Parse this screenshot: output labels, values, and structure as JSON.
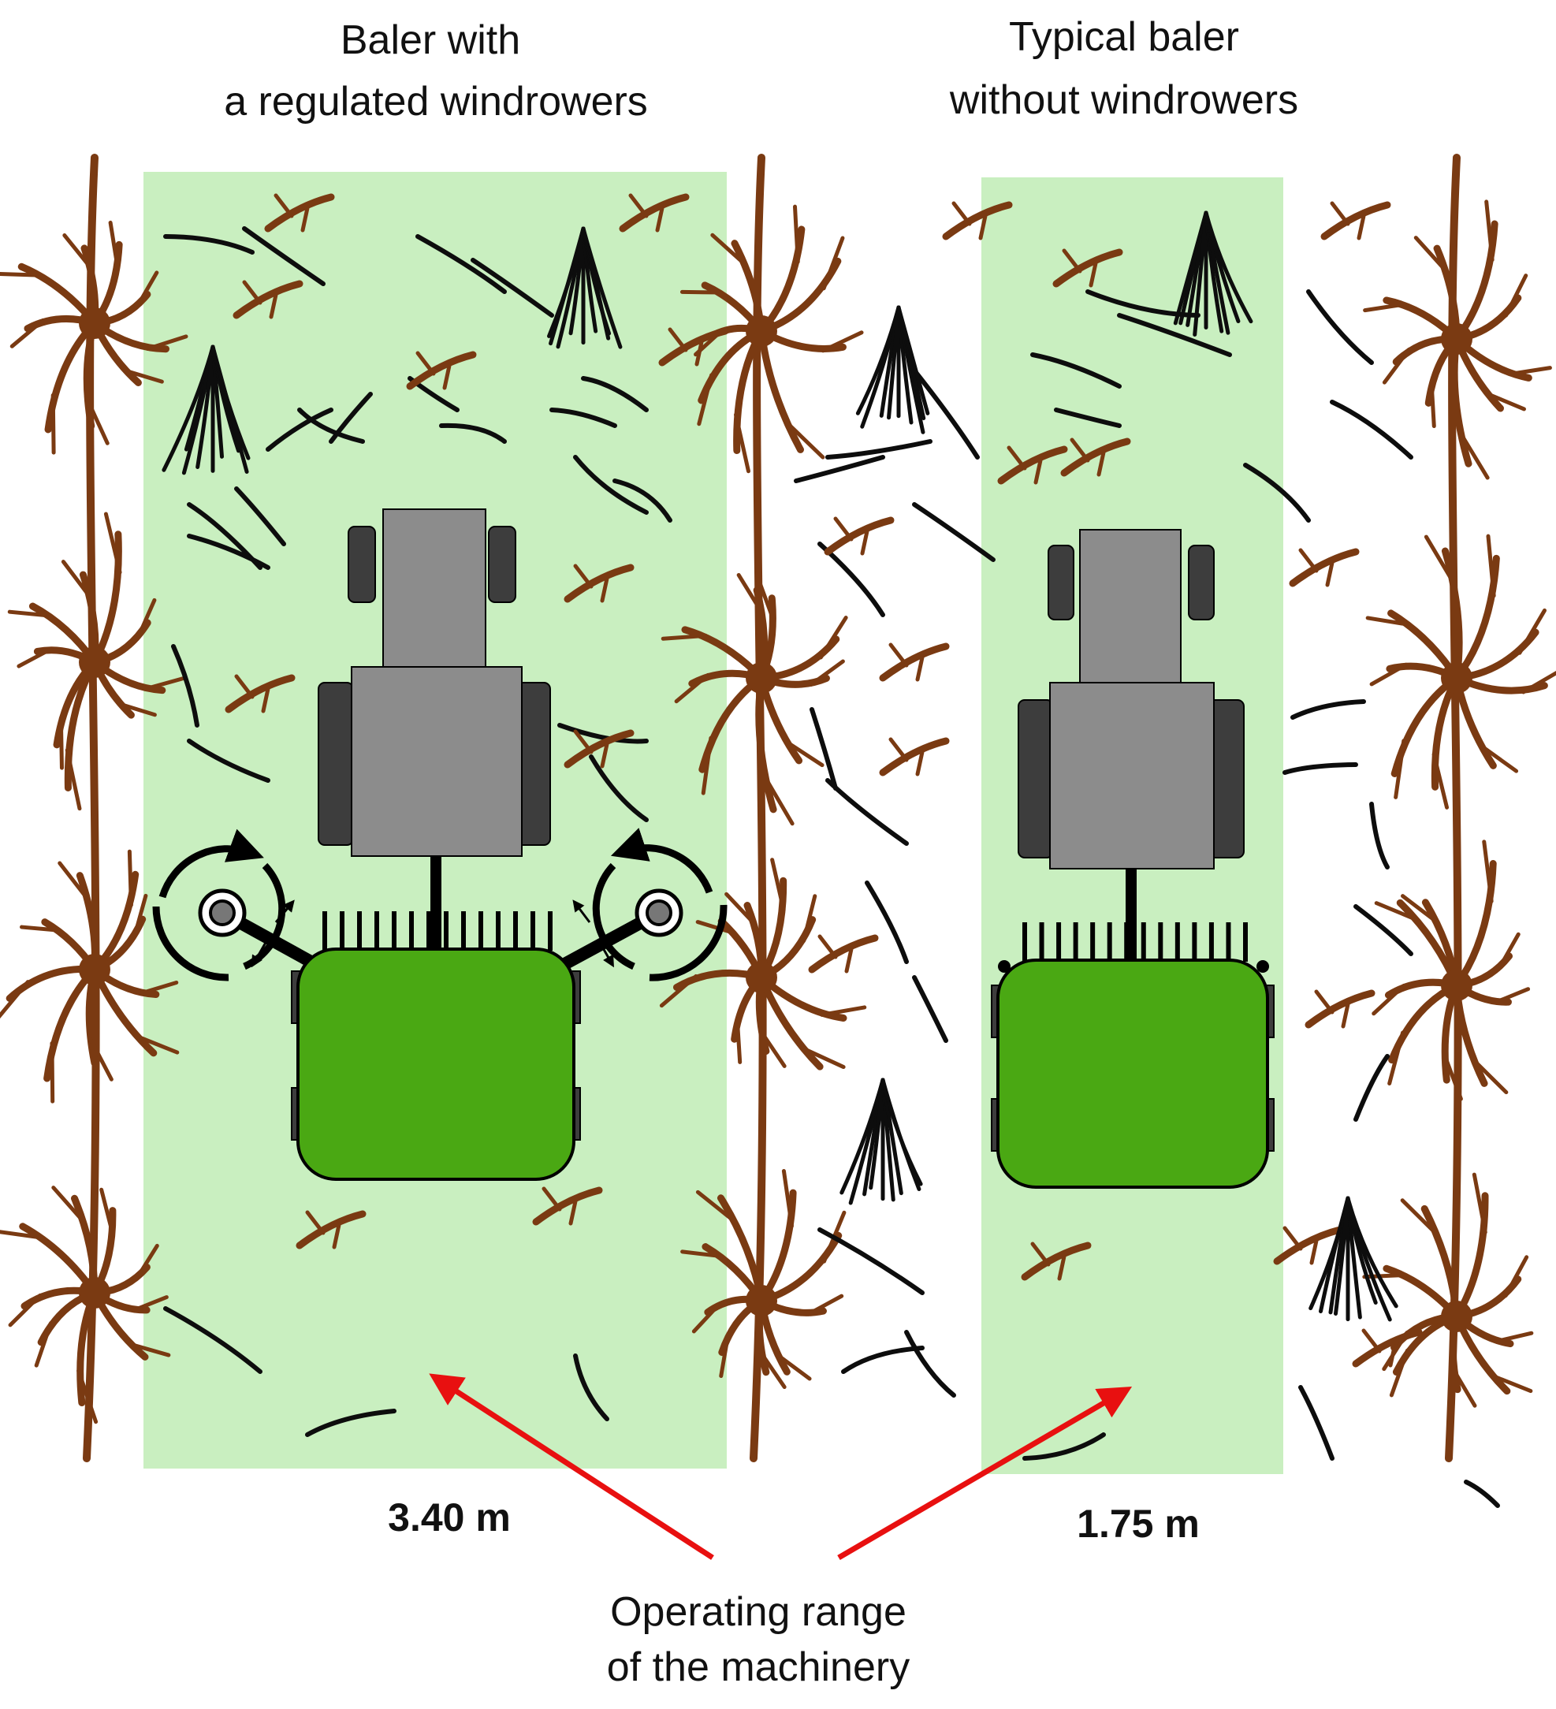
{
  "left_panel": {
    "title_line1": "Baler with",
    "title_line2": "a regulated windrowers",
    "width_label": "3.40 m"
  },
  "right_panel": {
    "title_line1": "Typical baler",
    "title_line2": "without windrowers",
    "width_label": "1.75 m"
  },
  "annotation": {
    "line1": "Operating range",
    "line2": "of the machinery"
  },
  "colors": {
    "range_fill": "#c9efc0",
    "vine_brown": "#7a3a12",
    "residue_black": "#0d0d0d",
    "baler_green": "#4aa813",
    "tractor_gray": "#8c8c8c",
    "tire_dark": "#3d3d3d",
    "arrow_red": "#e81010"
  }
}
